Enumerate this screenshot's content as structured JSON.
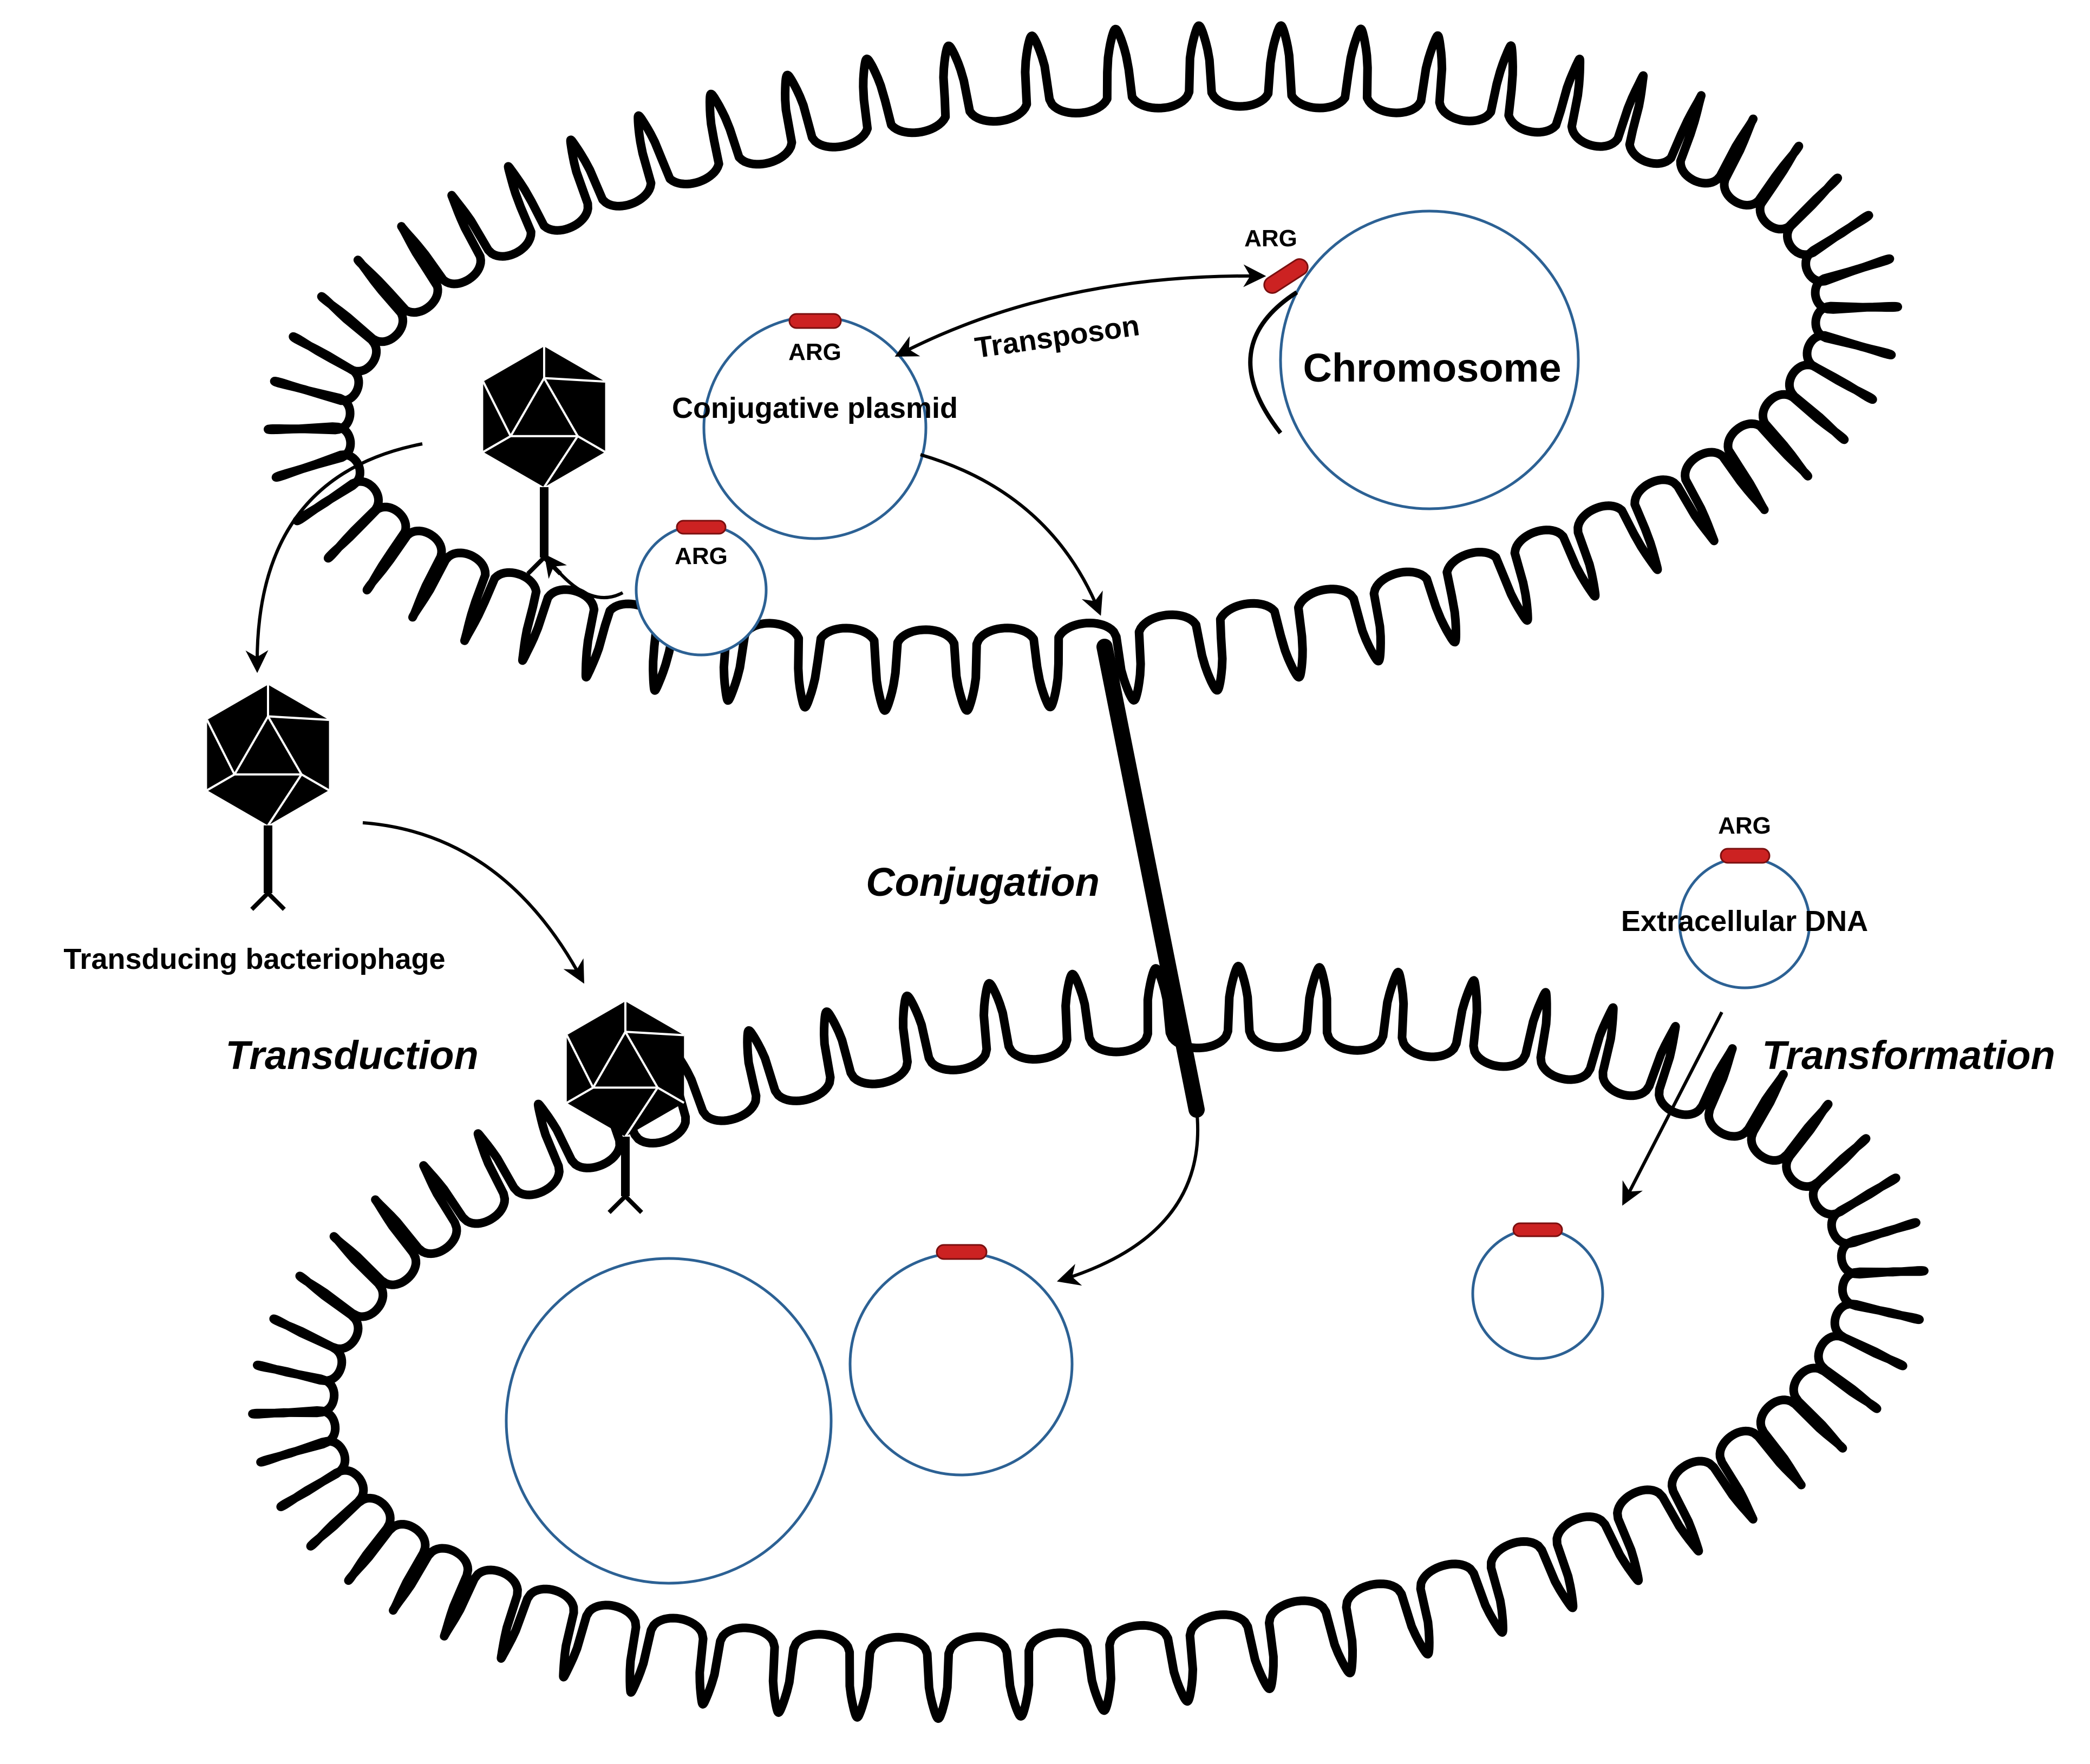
{
  "colors": {
    "outline": "#000000",
    "dna_ring": "#2c6194",
    "arg_gene": "#cc2222",
    "background": "#ffffff"
  },
  "labels": {
    "transposon": "Transposon",
    "chromosome": "Chromosome",
    "conjugative_plasmid": "Conjugative plasmid",
    "arg_plasmid": "ARG",
    "arg_small_plasmid": "ARG",
    "arg_chromosome": "ARG",
    "arg_extracellular": "ARG",
    "extracellular_dna": "Extracellular DNA",
    "transducing_bacteriophage": "Transducing bacteriophage",
    "conjugation": "Conjugation",
    "transduction": "Transduction",
    "transformation": "Transformation"
  },
  "icons": [
    "bacteriophage-icon",
    "cell-membrane-icon",
    "plasmid-icon",
    "arg-gene-icon"
  ]
}
